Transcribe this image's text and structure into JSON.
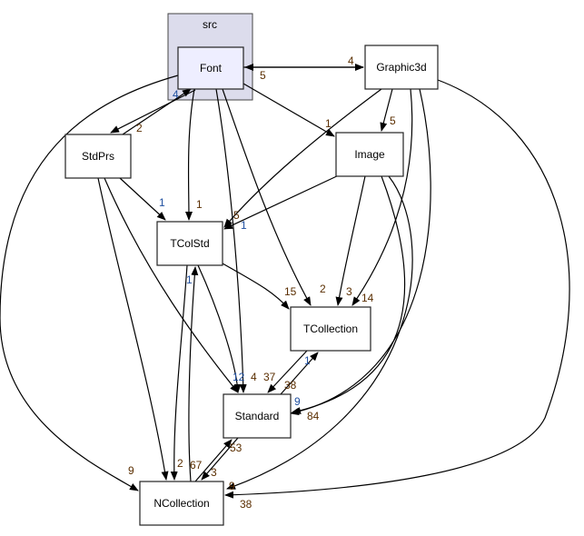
{
  "cluster": {
    "label": "src",
    "fill": "#dcdcec"
  },
  "colors": {
    "node_highlight": "#eeeeff",
    "edge": "#000000",
    "label_fwd": "#5a2e00",
    "label_back": "#2050a0"
  },
  "nodes": [
    {
      "id": "Font",
      "label": "Font"
    },
    {
      "id": "Graphic3d",
      "label": "Graphic3d"
    },
    {
      "id": "StdPrs",
      "label": "StdPrs"
    },
    {
      "id": "Image",
      "label": "Image"
    },
    {
      "id": "TColStd",
      "label": "TColStd"
    },
    {
      "id": "TCollection",
      "label": "TCollection"
    },
    {
      "id": "Standard",
      "label": "Standard"
    },
    {
      "id": "NCollection",
      "label": "NCollection"
    }
  ],
  "edges": [
    {
      "from": "Font",
      "to": "Graphic3d",
      "label": "4"
    },
    {
      "from": "Graphic3d",
      "to": "Font",
      "label": "5"
    },
    {
      "from": "Font",
      "to": "StdPrs",
      "label": "2"
    },
    {
      "from": "StdPrs",
      "to": "Font",
      "label": "4"
    },
    {
      "from": "Font",
      "to": "Image",
      "label": "1"
    },
    {
      "from": "Font",
      "to": "TColStd",
      "label": "1"
    },
    {
      "from": "Font",
      "to": "Standard",
      "label": "4"
    },
    {
      "from": "Font",
      "to": "TCollection",
      "label": "2"
    },
    {
      "from": "Font",
      "to": "NCollection",
      "label": "9"
    },
    {
      "from": "Graphic3d",
      "to": "Image",
      "label": "5"
    },
    {
      "from": "Graphic3d",
      "to": "TColStd",
      "label": "5"
    },
    {
      "from": "Graphic3d",
      "to": "TCollection",
      "label": "14"
    },
    {
      "from": "Graphic3d",
      "to": "Standard",
      "label": "84"
    },
    {
      "from": "Graphic3d",
      "to": "NCollection",
      "label": "38"
    },
    {
      "from": "StdPrs",
      "to": "TColStd",
      "label": "1"
    },
    {
      "from": "StdPrs",
      "to": "Standard",
      "label": "12"
    },
    {
      "from": "StdPrs",
      "to": "NCollection",
      "label": "2"
    },
    {
      "from": "Image",
      "to": "TColStd",
      "label": "1"
    },
    {
      "from": "Image",
      "to": "TCollection",
      "label": "3"
    },
    {
      "from": "Image",
      "to": "Standard",
      "label": "9"
    },
    {
      "from": "Image",
      "to": "NCollection",
      "label": "9"
    },
    {
      "from": "TColStd",
      "to": "TCollection",
      "label": "15"
    },
    {
      "from": "TColStd",
      "to": "Standard",
      "label": "37"
    },
    {
      "from": "TColStd",
      "to": "NCollection",
      "label": "67"
    },
    {
      "from": "NCollection",
      "to": "TColStd",
      "label": "1"
    },
    {
      "from": "TCollection",
      "to": "Standard",
      "label": "38"
    },
    {
      "from": "Standard",
      "to": "TCollection",
      "label": "1"
    },
    {
      "from": "Standard",
      "to": "NCollection",
      "label": "3"
    },
    {
      "from": "NCollection",
      "to": "Standard",
      "label": "53"
    }
  ]
}
